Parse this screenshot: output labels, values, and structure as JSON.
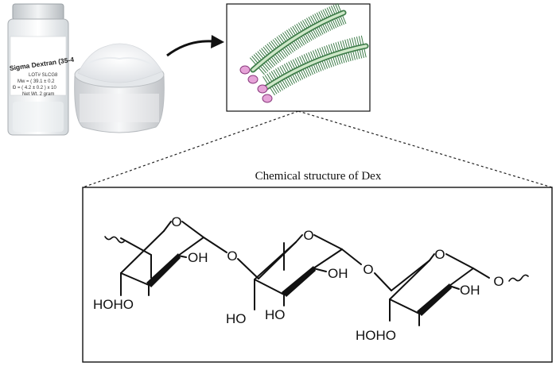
{
  "vial": {
    "label_line1": "Sigma Dextran (35-4",
    "label_line2": "LOT# SLCG8",
    "label_line3": "Mw = ( 39.1 ± 0.2",
    "label_line4": "Ð = ( 4.2 ± 0.2 ) x 10",
    "label_line5": "Net Wt. 2 gram"
  },
  "structure": {
    "title": "Chemical structure of Dex",
    "atoms": {
      "ring1_O": "O",
      "ring1_OH": "OH",
      "ring1_HOHO": "HOHO",
      "link1_O": "O",
      "ring2_O": "O",
      "ring2_OH": "OH",
      "ring2_HO_a": "HO",
      "ring2_HO_b": "HO",
      "link2_O": "O",
      "ring3_O": "O",
      "ring3_OH": "OH",
      "ring3_HOHO": "HOHO",
      "end_O": "O"
    }
  },
  "colors": {
    "fiber_green": "#3f7d4a",
    "fiber_fill": "#cfe8c9",
    "bead_pink": "#e6a3d8",
    "bead_stroke": "#8a3b7e",
    "powder": "#f4f5f7"
  }
}
